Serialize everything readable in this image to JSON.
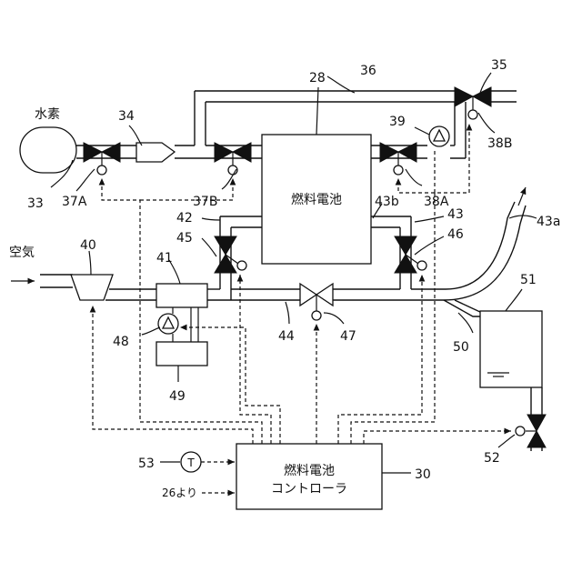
{
  "labels": {
    "hydrogen": "水素",
    "air": "空気",
    "fuel_cell": "燃料電池",
    "controller_line1": "燃料電池",
    "controller_line2": "コントローラ",
    "from26": "26より",
    "temp_sensor": "T"
  },
  "refs": {
    "r33": "33",
    "r34": "34",
    "r35": "35",
    "r36": "36",
    "r37A": "37A",
    "r37B": "37B",
    "r38A": "38A",
    "r38B": "38B",
    "r39": "39",
    "r28": "28",
    "r43b": "43b",
    "r43a": "43a",
    "r40": "40",
    "r41": "41",
    "r42": "42",
    "r43": "43",
    "r45": "45",
    "r46": "46",
    "r47": "47",
    "r44": "44",
    "r48": "48",
    "r49": "49",
    "r50": "50",
    "r51": "51",
    "r52": "52",
    "r53": "53",
    "r30": "30"
  }
}
